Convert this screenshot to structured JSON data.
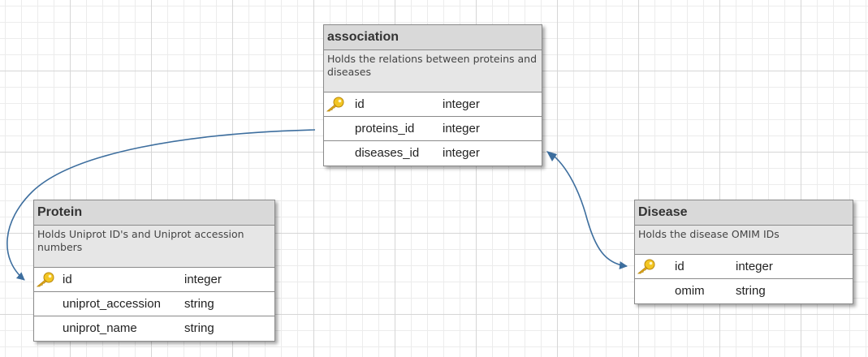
{
  "entities": {
    "association": {
      "title": "association",
      "description": "Holds the relations between proteins and diseases",
      "fields": [
        {
          "name": "id",
          "type": "integer",
          "key_icon": "key-icon"
        },
        {
          "name": "proteins_id",
          "type": "integer"
        },
        {
          "name": "diseases_id",
          "type": "integer"
        }
      ]
    },
    "protein": {
      "title": "Protein",
      "description": "Holds Uniprot ID's and Uniprot accession numbers",
      "fields": [
        {
          "name": "id",
          "type": "integer",
          "key_icon": "key-icon"
        },
        {
          "name": "uniprot_accession",
          "type": "string"
        },
        {
          "name": "uniprot_name",
          "type": "string"
        }
      ]
    },
    "disease": {
      "title": "Disease",
      "description": "Holds the disease OMIM IDs",
      "fields": [
        {
          "name": "id",
          "type": "integer",
          "key_icon": "key-icon"
        },
        {
          "name": "omim",
          "type": "string"
        }
      ]
    }
  },
  "colors": {
    "connector": "#3d6e9e",
    "title_bg": "#d9d9d9",
    "desc_bg": "#e6e6e6",
    "key_gold": "#f3c623"
  }
}
